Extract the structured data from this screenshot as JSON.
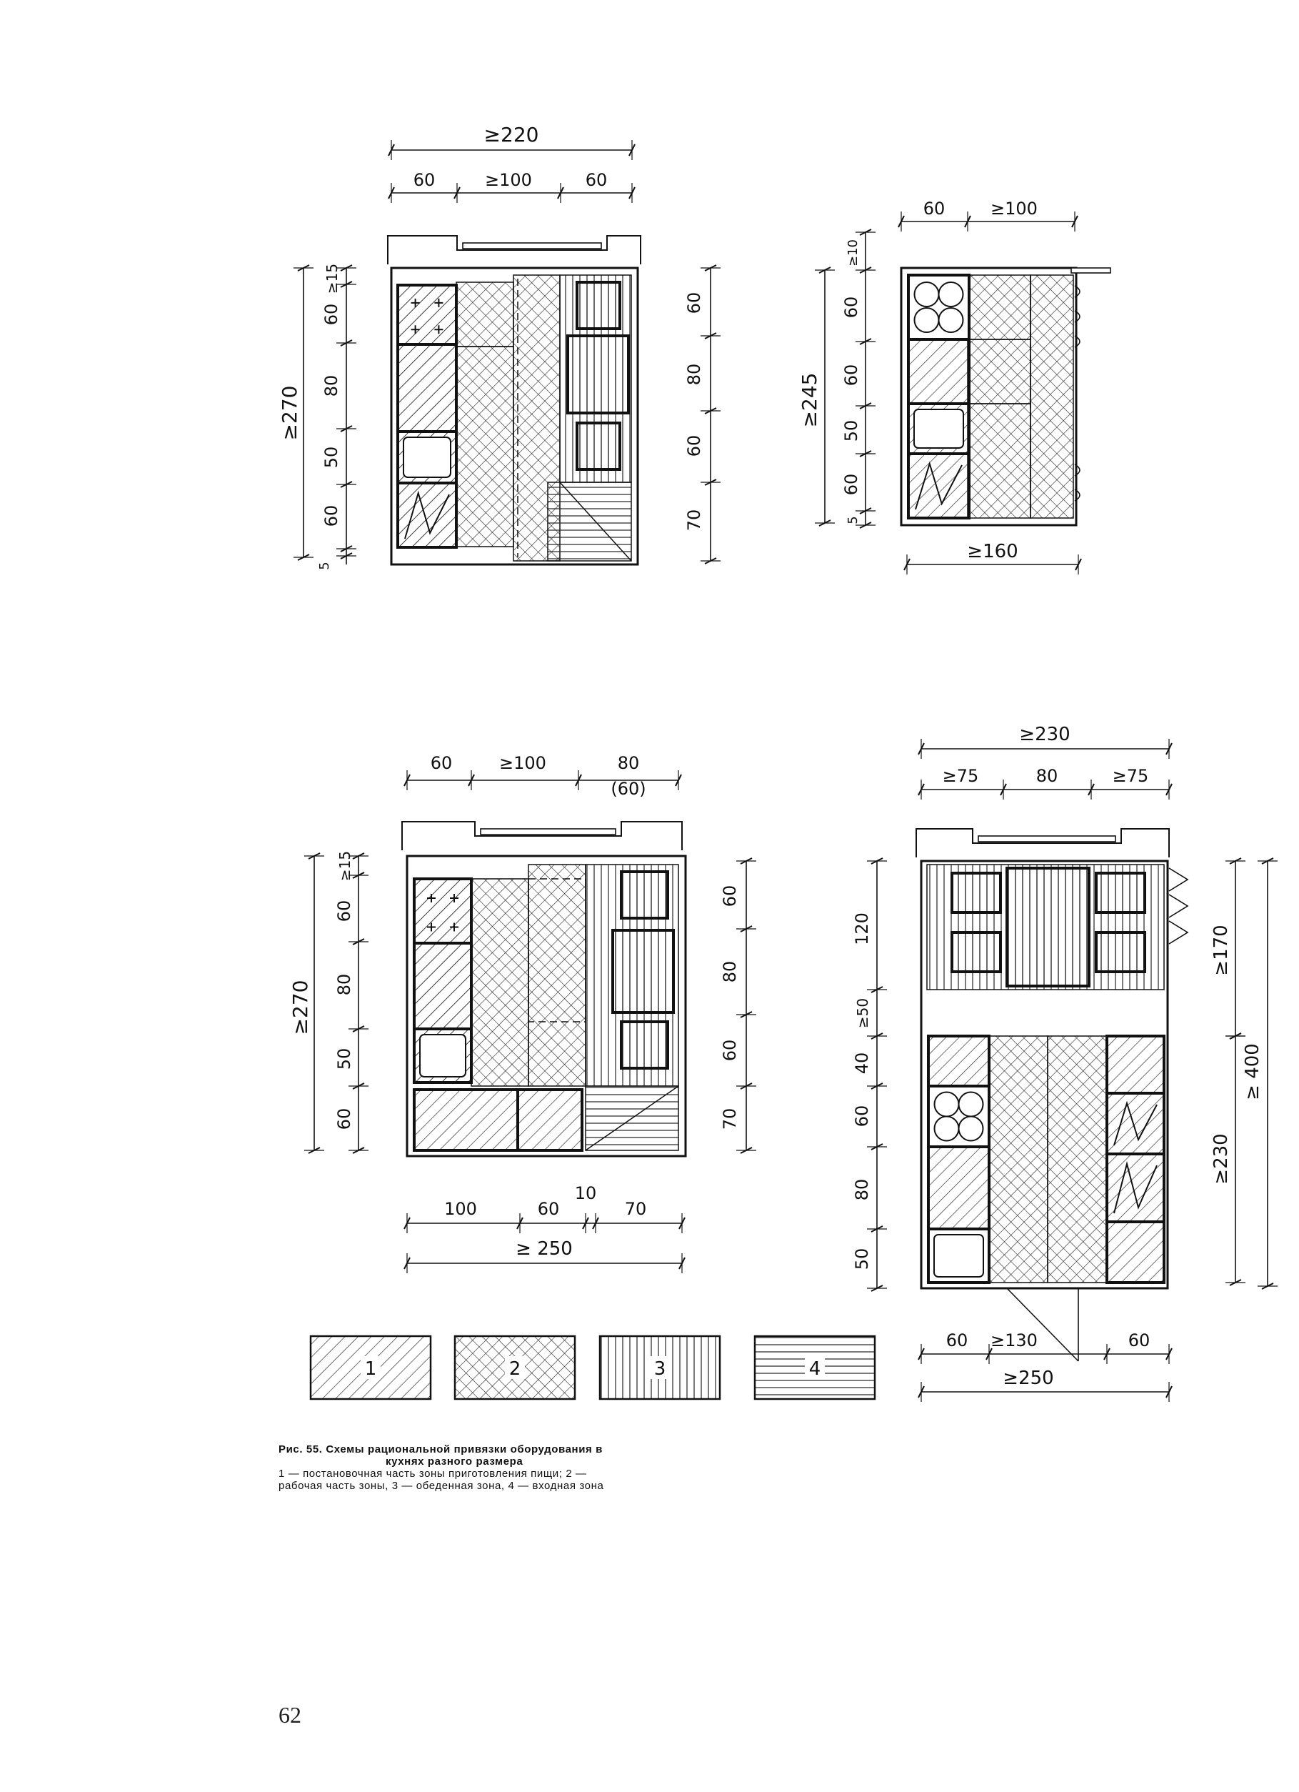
{
  "figure": {
    "plan_a": {
      "top_total": "≥220",
      "top_segments": [
        "60",
        "≥100",
        "60"
      ],
      "left_total": "≥270",
      "left_segments": [
        "≥15",
        "60",
        "80",
        "50",
        "60",
        "5"
      ],
      "right_segments": [
        "60",
        "80",
        "60",
        "70"
      ]
    },
    "plan_b": {
      "top_segments": [
        "60",
        "≥100"
      ],
      "left_total": "≥245",
      "left_segments": [
        "≥10",
        "60",
        "60",
        "50",
        "60",
        "5"
      ],
      "bottom_total": "≥160"
    },
    "plan_c": {
      "top_segments": [
        "60",
        "≥100",
        "80"
      ],
      "top_alt": "(60)",
      "left_total": "≥270",
      "left_segments": [
        "≥15",
        "60",
        "80",
        "50",
        "60"
      ],
      "right_segments": [
        "60",
        "80",
        "60",
        "70"
      ],
      "bottom_segments": [
        "100",
        "60",
        "10",
        "70"
      ],
      "bottom_total": "≥ 250"
    },
    "plan_d": {
      "top_total": "≥230",
      "top_segments": [
        "≥75",
        "80",
        "≥75"
      ],
      "left_segments": [
        "120",
        "≥50",
        "40",
        "60",
        "80",
        "50"
      ],
      "right_upper": "≥170",
      "right_lower": "≥230",
      "right_total": "≥ 400",
      "bottom_segments": [
        "60",
        "≥130",
        "60"
      ],
      "bottom_total": "≥250"
    },
    "legend": [
      "1",
      "2",
      "3",
      "4"
    ]
  },
  "caption": {
    "title": "Рис. 55. Схемы рациональной привязки оборудования в",
    "title_cont": "кухнях разного размера",
    "line1": "1 — постановочная часть зоны приготовления пищи; 2 —",
    "line2": "рабочая часть зоны, 3 — обеденная зона, 4 — входная зона"
  },
  "page_number": "62"
}
